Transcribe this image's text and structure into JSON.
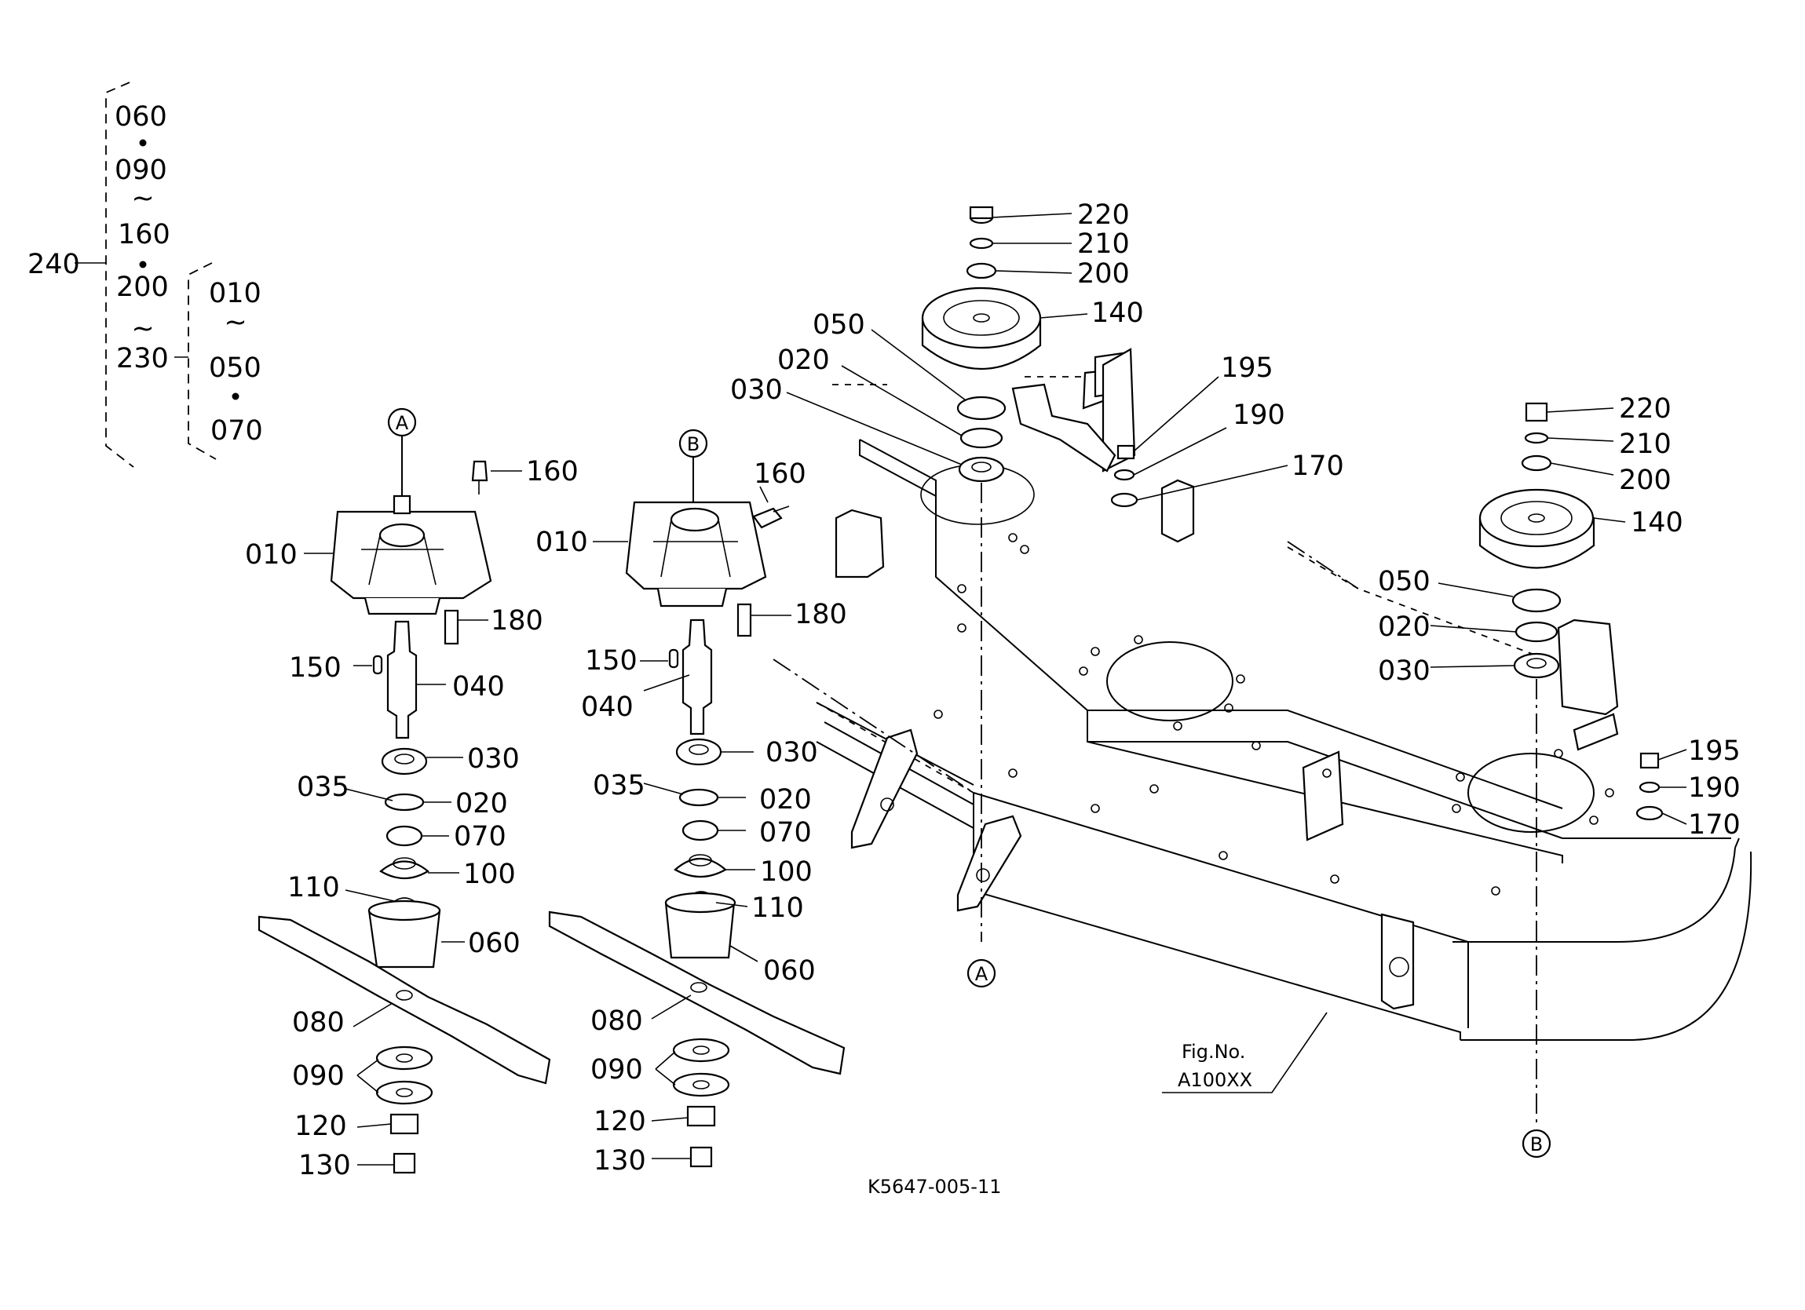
{
  "bracket_labels": {
    "outer_parent": "240",
    "outer_children": [
      "060",
      "090",
      "160",
      "200",
      "230"
    ],
    "inner_children": [
      "010",
      "050",
      "070"
    ]
  },
  "left_spindle": {
    "ref": "A",
    "labels": [
      "160",
      "010",
      "180",
      "150",
      "040",
      "030",
      "035",
      "020",
      "070",
      "100",
      "110",
      "060",
      "080",
      "090",
      "120",
      "130"
    ]
  },
  "middle_spindle": {
    "ref": "B",
    "labels": [
      "160",
      "010",
      "180",
      "150",
      "040",
      "030",
      "035",
      "020",
      "070",
      "100",
      "110",
      "060",
      "080",
      "090",
      "120",
      "130"
    ]
  },
  "deck_center_pulley": {
    "labels": [
      "220",
      "210",
      "200",
      "140",
      "050",
      "020",
      "030",
      "195",
      "190",
      "170"
    ]
  },
  "deck_right_pulley": {
    "labels": [
      "220",
      "210",
      "200",
      "140",
      "050",
      "020",
      "030",
      "195",
      "190",
      "170"
    ]
  },
  "deck_refs": {
    "a": "A",
    "b": "B"
  },
  "fig_ref": {
    "line1": "Fig.No.",
    "line2": "A100XX"
  },
  "drawing_no": "K5647-005-11"
}
